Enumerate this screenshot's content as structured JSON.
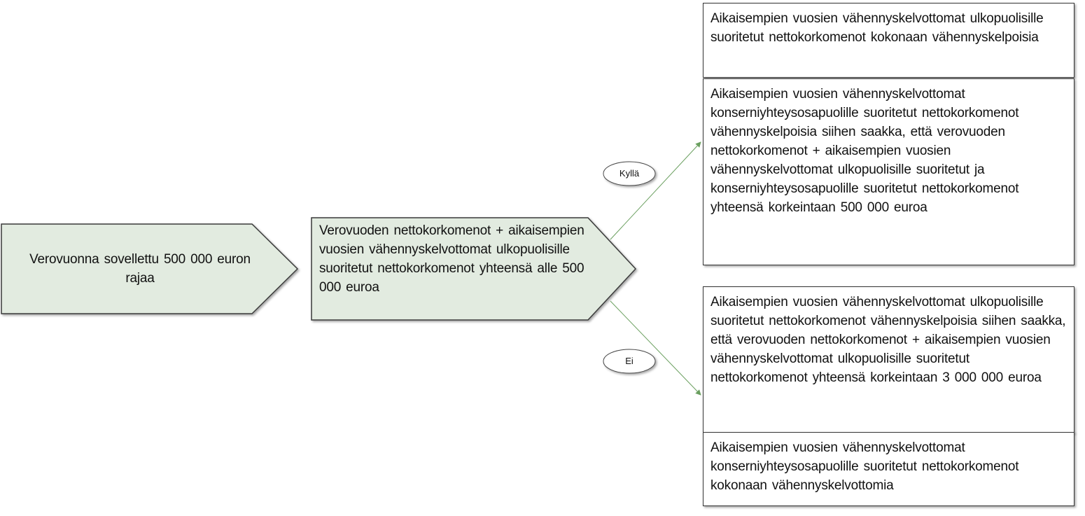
{
  "start": {
    "text": "Verovuonna sovellettu 500 000 euron rajaa"
  },
  "condition": {
    "text": "Verovuoden nettokorkomenot + aikaisempien vuosien vähennyskelvottomat ulkopuolisille suoritetut nettokorkomenot yhteensä alle 500 000 euroa"
  },
  "branches": {
    "yes": {
      "label": "Kyllä"
    },
    "no": {
      "label": "Ei"
    }
  },
  "outcomes": {
    "yes": [
      "Aikaisempien vuosien vähennyskelvottomat ulkopuolisille suoritetut nettokorkomenot kokonaan vähennyskelpoisia",
      "Aikaisempien vuosien vähennyskelvottomat konserniyhteysosapuolille suoritetut nettokorkomenot vähennyskelpoisia siihen saakka, että verovuoden nettokorkomenot + aikaisempien vuosien vähennyskelvottomat ulkopuolisille suoritetut ja konserniyhteysosapuolille suoritetut nettokorkomenot yhteensä korkeintaan 500 000 euroa"
    ],
    "no": [
      "Aikaisempien vuosien vähennyskelvottomat ulkopuolisille suoritetut nettokorkomenot vähennyskelpoisia siihen saakka, että verovuoden nettokorkomenot + aikaisempien vuosien vähennyskelvottomat ulkopuolisille suoritetut nettokorkomenot yhteensä korkeintaan 3 000 000 euroa",
      "Aikaisempien vuosien vähennyskelvottomat konserniyhteysosapuolille suoritetut nettokorkomenot kokonaan vähennyskelvottomia"
    ]
  },
  "colors": {
    "shape_fill": "#e2ebe0",
    "arrow": "#6a9f5f"
  }
}
